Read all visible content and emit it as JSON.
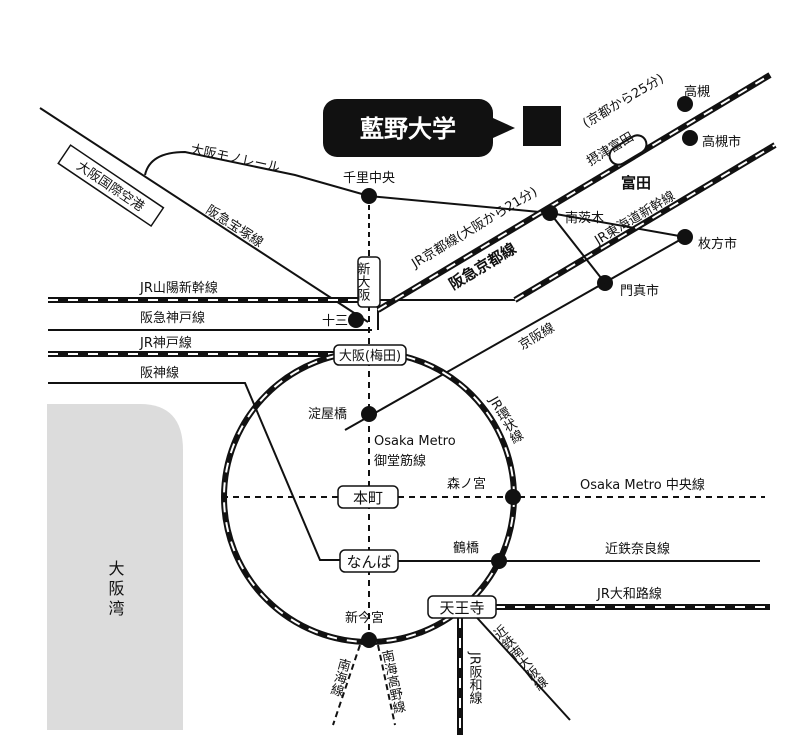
{
  "title": "藍野大学",
  "bay": "大阪湾",
  "lines": {
    "osaka_monorail": "大阪モノレール",
    "hankyu_takarazuka": "阪急宝塚線",
    "jr_sanyo_shinkansen": "JR山陽新幹線",
    "hankyu_kobe": "阪急神戸線",
    "jr_kobe": "JR神戸線",
    "hanshin": "阪神線",
    "jr_kyoto": "JR京都線(大阪から21分)",
    "hankyu_kyoto": "阪急京都線",
    "jr_tokaido_shinkansen": "JR東海道新幹線",
    "keihan": "京阪線",
    "jr_loop": "JR環状線",
    "midosuji": "Osaka Metro 御堂筋線",
    "chuo": "Osaka Metro 中央線",
    "kintetsu_nara": "近鉄奈良線",
    "jr_yamatoji": "JR大和路線",
    "nankai": "南海線",
    "nankai_koya": "南海高野線",
    "jr_hanwa": "JR阪和線",
    "kintetsu_minami_osaka": "近鉄南大阪線"
  },
  "stations": {
    "itami_airport": "大阪国際空港",
    "senri_chuo": "千里中央",
    "shin_osaka": "新大阪",
    "juso": "十三",
    "osaka_umeda": "大阪(梅田)",
    "yodoyabashi": "淀屋橋",
    "honmachi": "本町",
    "morinomiya": "森ノ宮",
    "namba": "なんば",
    "tsuruhashi": "鶴橋",
    "tennoji": "天王寺",
    "shin_imamiya": "新今宮",
    "minami_ibaraki": "南茨木",
    "kadoma_shi": "門真市",
    "hirakata_shi": "枚方市",
    "takatsuki": "高槻",
    "takatsuki_shi": "高槻市",
    "settsu_tonda": "摂津富田",
    "tonda": "富田"
  },
  "notes": {
    "kyoto_25": "(京都から25分)"
  },
  "colors": {
    "ink": "#111111",
    "bay": "#dcdcdc",
    "background": "#ffffff"
  }
}
